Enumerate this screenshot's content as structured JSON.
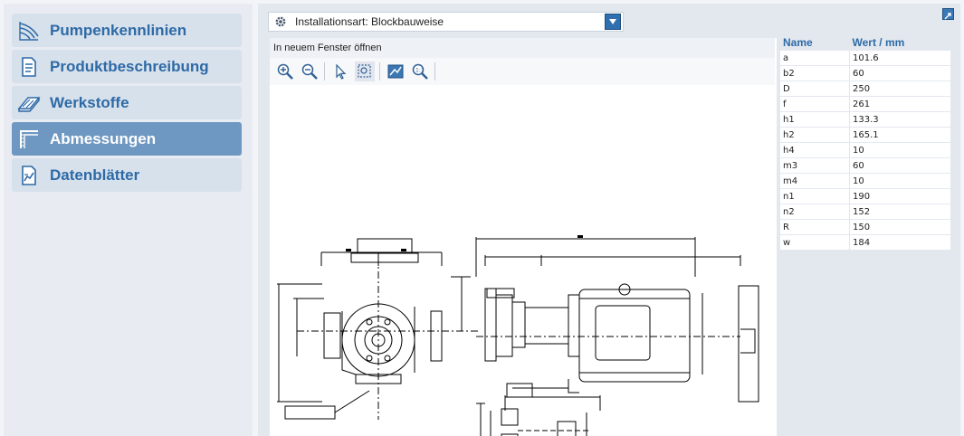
{
  "sidebar": {
    "items": [
      {
        "label": "Pumpenkennlinien",
        "icon": "curve-icon",
        "active": false
      },
      {
        "label": "Produktbeschreibung",
        "icon": "document-icon",
        "active": false
      },
      {
        "label": "Werkstoffe",
        "icon": "material-icon",
        "active": false
      },
      {
        "label": "Abmessungen",
        "icon": "dimensions-icon",
        "active": true
      },
      {
        "label": "Datenblätter",
        "icon": "datasheet-icon",
        "active": false
      }
    ]
  },
  "installation": {
    "label": "Installationsart: Blockbauweise"
  },
  "viewer": {
    "open_new_window": "In neuem Fenster öffnen",
    "tools": [
      "zoom-in-icon",
      "zoom-out-icon",
      "pointer-icon",
      "zoom-window-icon",
      "fit-icon",
      "zoom-extents-icon"
    ]
  },
  "table": {
    "headers": [
      "Name",
      "Wert / mm"
    ],
    "rows": [
      [
        "a",
        "101.6"
      ],
      [
        "b2",
        "60"
      ],
      [
        "D",
        "250"
      ],
      [
        "f",
        "261"
      ],
      [
        "h1",
        "133.3"
      ],
      [
        "h2",
        "165.1"
      ],
      [
        "h4",
        "10"
      ],
      [
        "m3",
        "60"
      ],
      [
        "m4",
        "10"
      ],
      [
        "n1",
        "190"
      ],
      [
        "n2",
        "152"
      ],
      [
        "R",
        "150"
      ],
      [
        "w",
        "184"
      ]
    ]
  },
  "colors": {
    "accent": "#2e6aa6",
    "active_nav": "#6e98c2",
    "nav_bg": "#d7e1ec"
  }
}
